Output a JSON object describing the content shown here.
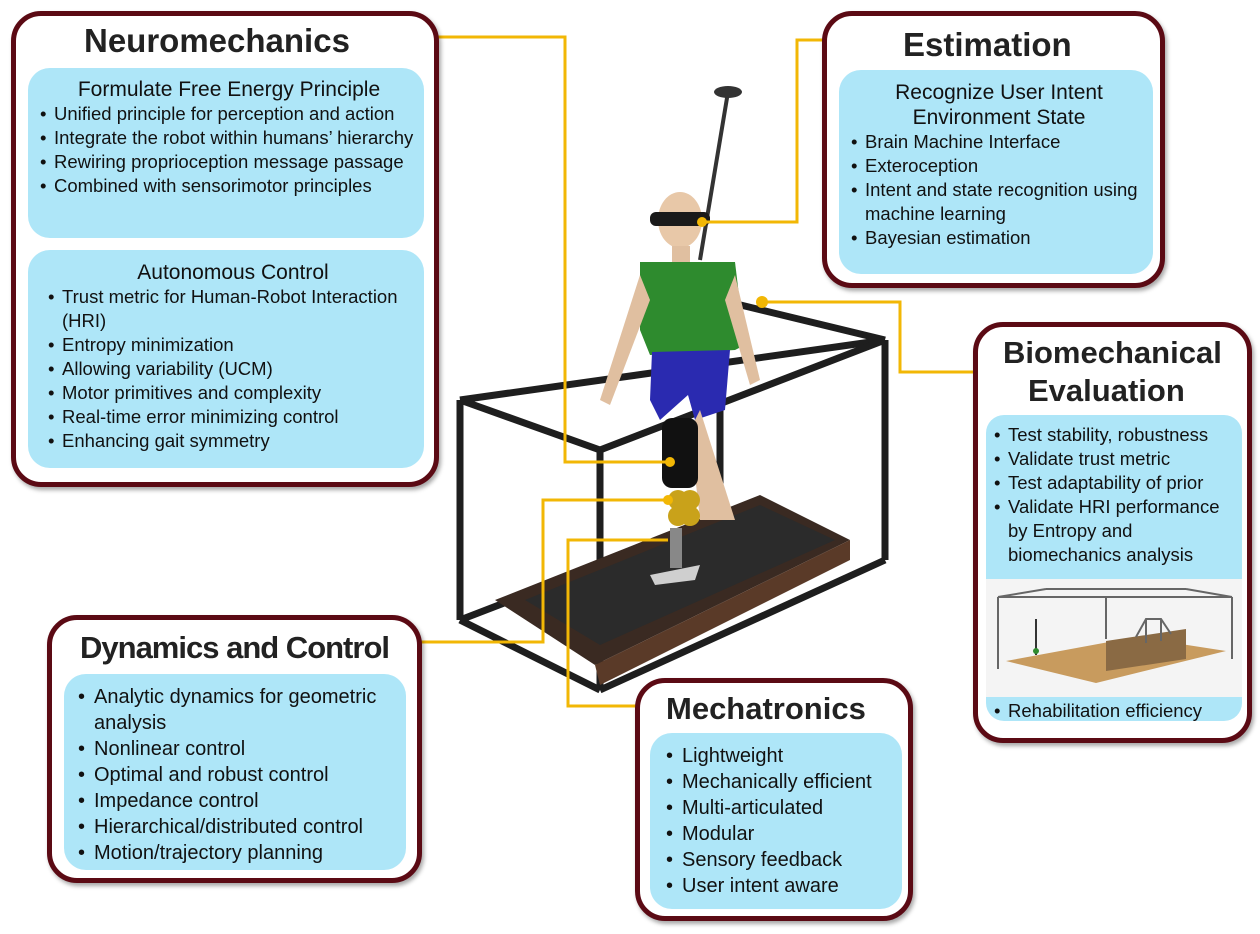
{
  "neuromechanics": {
    "title": "Neuromechanics",
    "free_energy": {
      "heading": "Formulate Free Energy Principle",
      "items": [
        "Unified principle for perception and action",
        "Integrate the robot within humans’ hierarchy",
        "Rewiring proprioception message passage",
        "Combined with sensorimotor principles"
      ]
    },
    "autonomous": {
      "heading": "Autonomous Control",
      "items": [
        "Trust metric for Human-Robot Interaction (HRI)",
        "Entropy minimization",
        "Allowing variability (UCM)",
        "Motor primitives and complexity",
        "Real-time error minimizing control",
        "Enhancing gait symmetry"
      ]
    }
  },
  "estimation": {
    "title": "Estimation",
    "heading_line1": "Recognize User Intent",
    "heading_line2": "Environment State",
    "items": [
      "Brain Machine Interface",
      "Exteroception",
      "Intent and state recognition using machine learning",
      "Bayesian estimation"
    ]
  },
  "biomechanical": {
    "title_line1": "Biomechanical",
    "title_line2": "Evaluation",
    "items": [
      "Test stability, robustness",
      "Validate trust metric",
      "Test adaptability of prior",
      "Validate HRI performance by Entropy and biomechanics analysis"
    ],
    "footer_item": "Rehabilitation efficiency"
  },
  "dynamics": {
    "title": "Dynamics and Control",
    "items": [
      "Analytic dynamics for geometric analysis",
      "Nonlinear control",
      "Optimal and robust control",
      "Impedance control",
      "Hierarchical/distributed control",
      "Motion/trajectory planning"
    ]
  },
  "mechatronics": {
    "title": "Mechatronics",
    "items": [
      "Lightweight",
      "Mechanically efficient",
      "Multi-articulated",
      "Modular",
      "Sensory feedback",
      "User intent aware"
    ]
  },
  "colors": {
    "panel_border": "#5b0a14",
    "box_fill": "#aee6f8",
    "connector": "#f2b705",
    "shirt": "#2e8b2e",
    "shorts": "#2a2ab0"
  }
}
